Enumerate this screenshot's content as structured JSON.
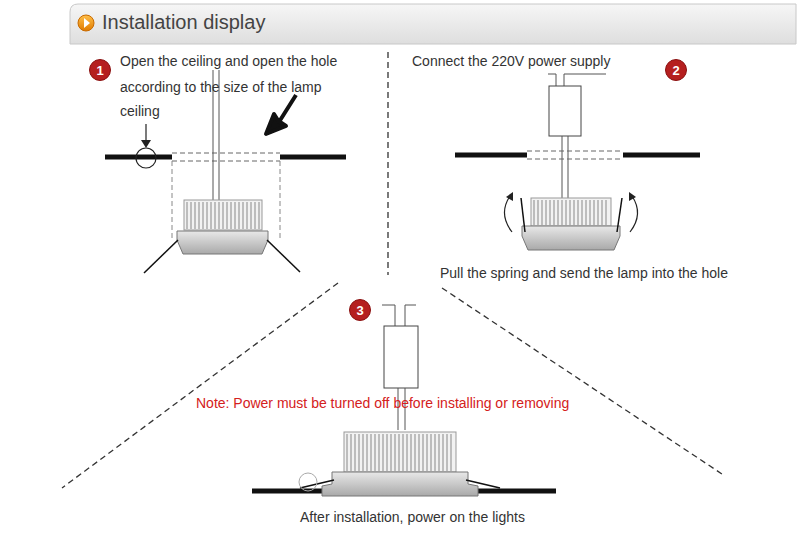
{
  "diagram": {
    "title": "Installation display",
    "nodes": [
      {
        "text": [
          "1"
        ]
      },
      {
        "text": [
          "2"
        ]
      },
      {
        "text": [
          "3"
        ]
      }
    ],
    "labels": [
      "Open the ceiling and open the hole according to the size of the lamp",
      "ceiling",
      "Connect the 220V power supply",
      "Pull the spring and send the lamp into the hole",
      "Note: Power must be turned off before installing or removing",
      "After installation, power on the lights"
    ]
  }
}
